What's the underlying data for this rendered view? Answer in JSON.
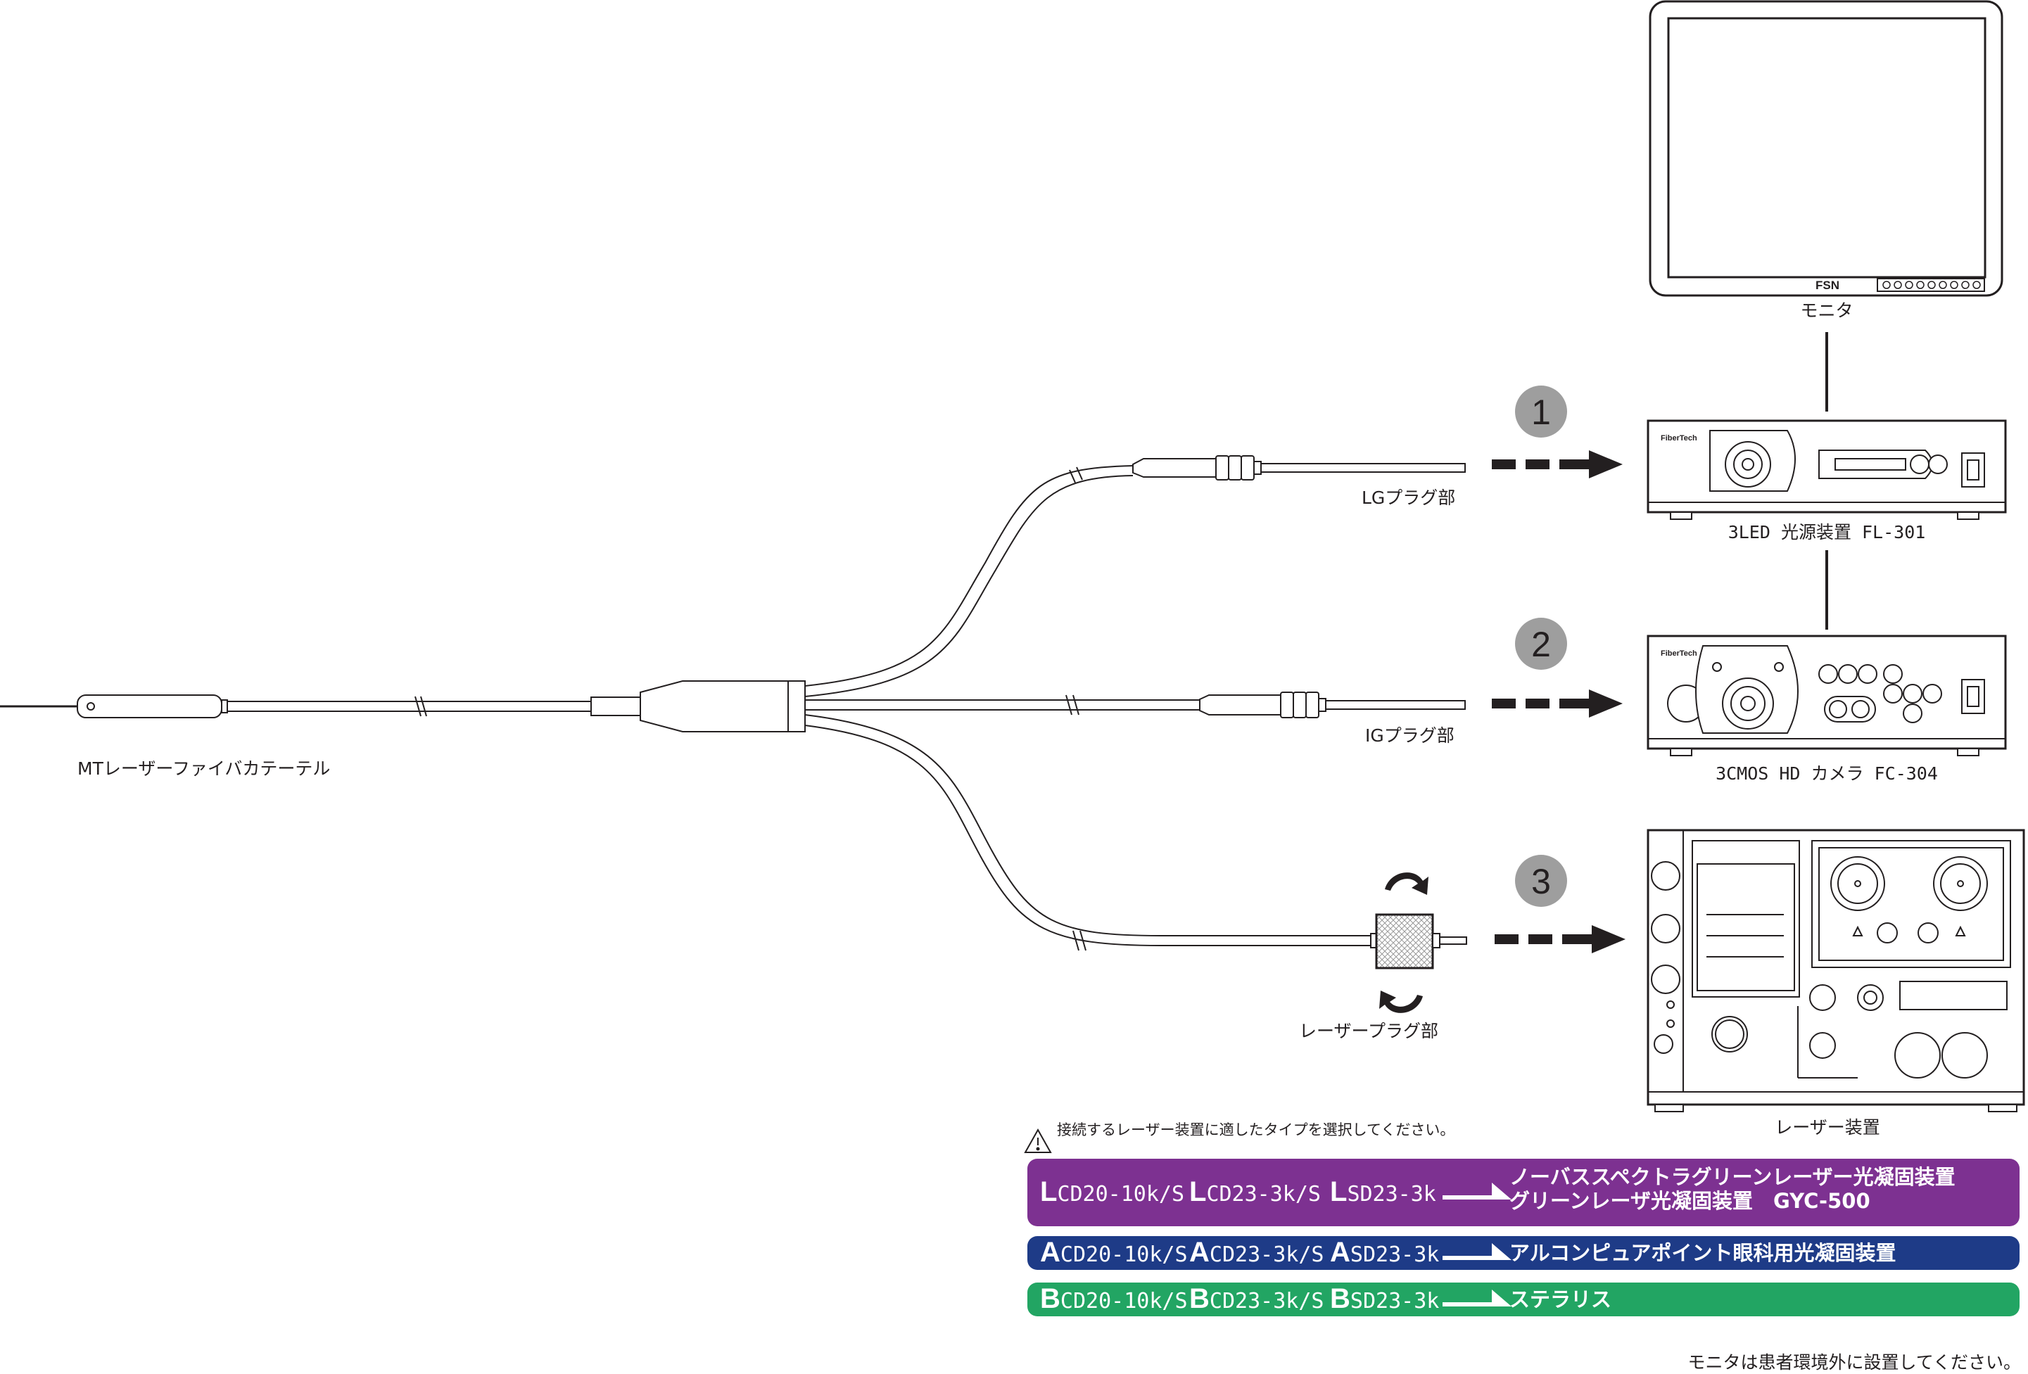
{
  "labels": {
    "catheter": "MTレーザーファイバカテーテル",
    "lg_plug": "LGプラグ部",
    "ig_plug": "IGプラグ部",
    "laser_plug": "レーザープラグ部"
  },
  "devices": {
    "monitor": {
      "label": "モニタ",
      "brand": "FSN"
    },
    "light_source": {
      "label": "3LED 光源装置 FL-301",
      "brand": "FiberTech"
    },
    "camera": {
      "label": "3CMOS HD カメラ FC-304",
      "brand": "FiberTech"
    },
    "laser": {
      "label": "レーザー装置"
    }
  },
  "steps": [
    "1",
    "2",
    "3"
  ],
  "warning": "接続するレーザー装置に適したタイプを選択してください。",
  "bands": [
    {
      "color": "#7d3191",
      "codes": [
        {
          "lead": "L",
          "rest": "CD20-10k/S"
        },
        {
          "lead": "L",
          "rest": "CD23-3k/S"
        },
        {
          "lead": "L",
          "rest": "SD23-3k"
        }
      ],
      "devices": [
        "ノーバススペクトラグリーンレーザー光凝固装置",
        "グリーンレーザ光凝固装置　GYC-500"
      ]
    },
    {
      "color": "#1e3b87",
      "codes": [
        {
          "lead": "A",
          "rest": "CD20-10k/S"
        },
        {
          "lead": "A",
          "rest": "CD23-3k/S"
        },
        {
          "lead": "A",
          "rest": "SD23-3k"
        }
      ],
      "devices": [
        "アルコンピュアポイント眼科用光凝固装置"
      ]
    },
    {
      "color": "#22a563",
      "codes": [
        {
          "lead": "B",
          "rest": "CD20-10k/S"
        },
        {
          "lead": "B",
          "rest": "CD23-3k/S"
        },
        {
          "lead": "B",
          "rest": "SD23-3k"
        }
      ],
      "devices": [
        "ステラリス"
      ]
    }
  ],
  "footnote": "モニタは患者環境外に設置してください。",
  "colors": {
    "line": "#231f20",
    "step_circle": "#9e9e9e"
  }
}
